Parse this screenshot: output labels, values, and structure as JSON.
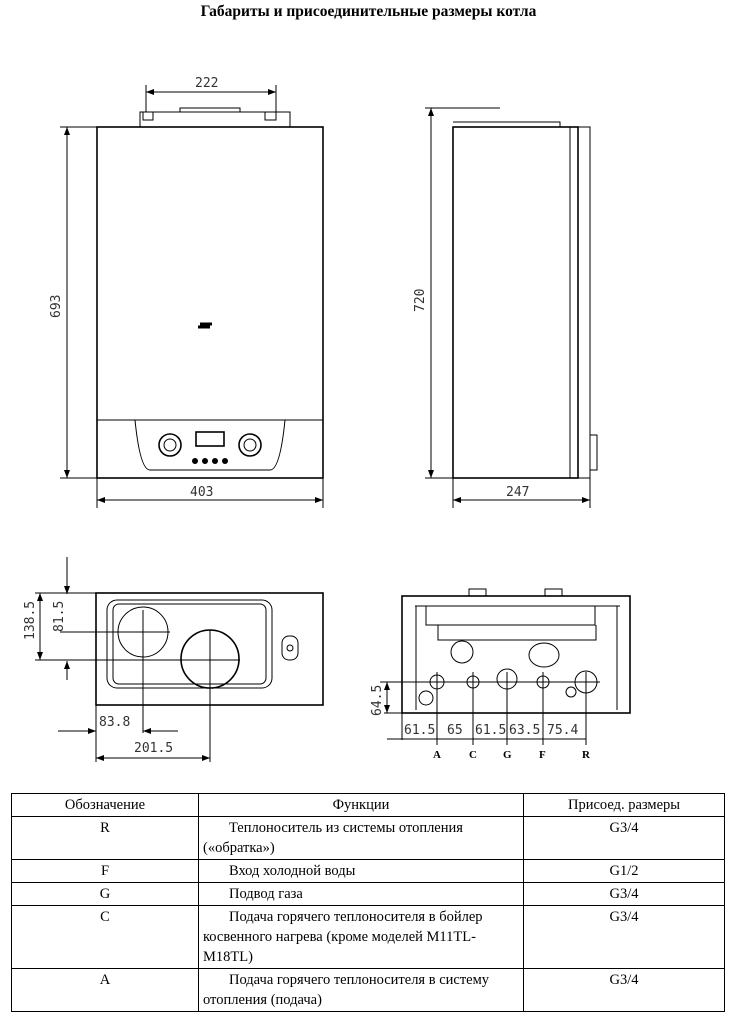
{
  "title": "Габариты и присоединительные размеры котла",
  "front_view": {
    "width": "403",
    "height": "693",
    "bracket": "222"
  },
  "side_view": {
    "height": "720",
    "depth": "247"
  },
  "bottom_left_view": {
    "dim1": "138.5",
    "dim2": "81.5",
    "dim3": "83.8",
    "dim4": "201.5"
  },
  "bottom_right_view": {
    "height": "64.5",
    "spacings": [
      "61.5",
      "65",
      "61.5",
      "63.5",
      "75.4"
    ],
    "labels": [
      "A",
      "C",
      "G",
      "F",
      "R"
    ]
  },
  "table": {
    "headers": [
      "Обозначение",
      "Функции",
      "Присоед. размеры"
    ],
    "rows": [
      {
        "code": "R",
        "function": "Теплоноситель из системы отопления («обратка»)",
        "size": "G3/4"
      },
      {
        "code": "F",
        "function": "Вход холодной воды",
        "size": "G1/2"
      },
      {
        "code": "G",
        "function": "Подвод газа",
        "size": "G3/4"
      },
      {
        "code": "C",
        "function": "Подача горячего теплоносителя в бойлер косвенного нагрева (кроме моделей M11TL-M18TL)",
        "size": "G3/4"
      },
      {
        "code": "A",
        "function": "Подача горячего теплоносителя в систему отопления (подача)",
        "size": "G3/4"
      }
    ]
  }
}
